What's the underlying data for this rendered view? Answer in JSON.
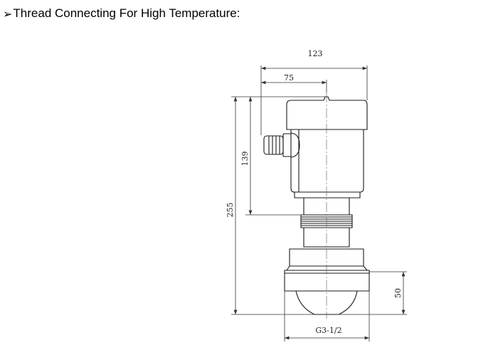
{
  "heading": {
    "bullet": "➢",
    "text": "Thread Connecting For High Temperature:"
  },
  "drawing": {
    "dimensions": {
      "width_total": "123",
      "width_partial": "75",
      "height_housing": "139",
      "height_total": "255",
      "height_flange": "50",
      "thread": "G3-1/2"
    },
    "colors": {
      "line": "#1a1a1a",
      "dim_line": "#333333"
    }
  }
}
